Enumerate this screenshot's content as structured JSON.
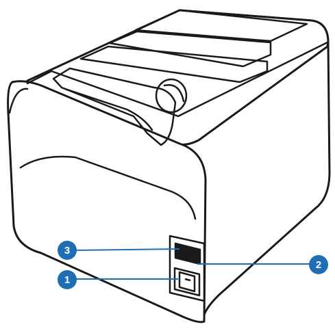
{
  "figure": {
    "subject": "thermal-printer-rear-view",
    "line_color": "#1a1a1a",
    "panel_color": "#ffffff"
  },
  "callouts": [
    {
      "id": "callout-3",
      "label": "3",
      "color": "#1f6db5"
    },
    {
      "id": "callout-2",
      "label": "2",
      "color": "#1f6db5"
    },
    {
      "id": "callout-1",
      "label": "1",
      "color": "#1f6db5"
    }
  ]
}
